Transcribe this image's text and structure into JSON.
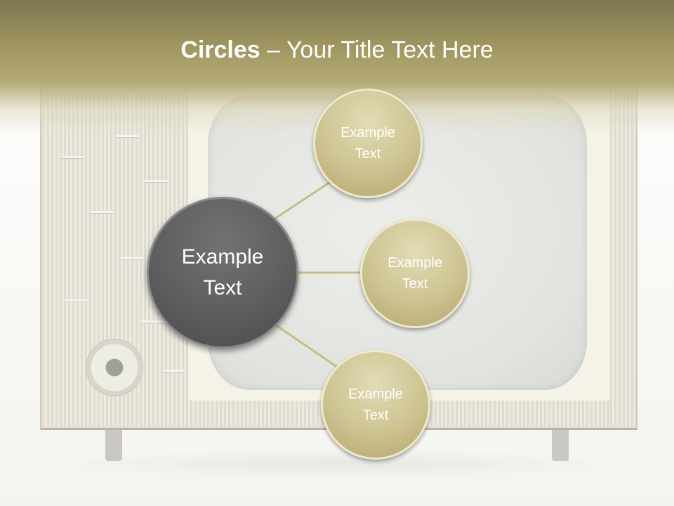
{
  "slide": {
    "title_bold": "Circles",
    "title_rest": " – Your Title Text Here"
  },
  "diagram": {
    "center": {
      "line1": "Example",
      "line2": "Text"
    },
    "nodes": [
      {
        "line1": "Example",
        "line2": "Text"
      },
      {
        "line1": "Example",
        "line2": "Text"
      },
      {
        "line1": "Example",
        "line2": "Text"
      }
    ]
  },
  "colors": {
    "title_band": "#a09660",
    "circle_gold": "#cdc391",
    "circle_dark": "#5e5e5e",
    "connector": "#c8bd86"
  }
}
